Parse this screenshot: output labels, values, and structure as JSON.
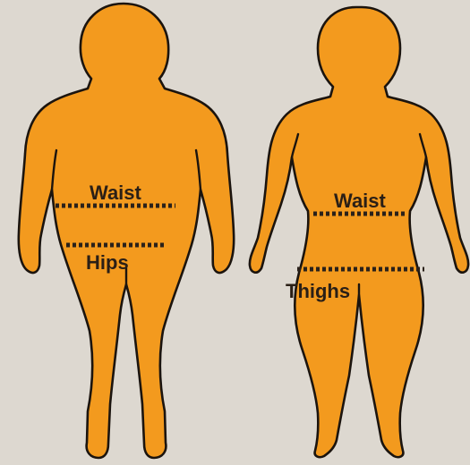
{
  "figures": {
    "left": {
      "measurements": [
        {
          "label": "Waist"
        },
        {
          "label": "Hips"
        }
      ]
    },
    "right": {
      "measurements": [
        {
          "label": "Waist"
        },
        {
          "label": "Thighs"
        }
      ]
    }
  },
  "colors": {
    "background": "#ddd8d0",
    "body_fill": "#f39a1e",
    "outline": "#1b140e",
    "measure_line": "#2a211a"
  }
}
